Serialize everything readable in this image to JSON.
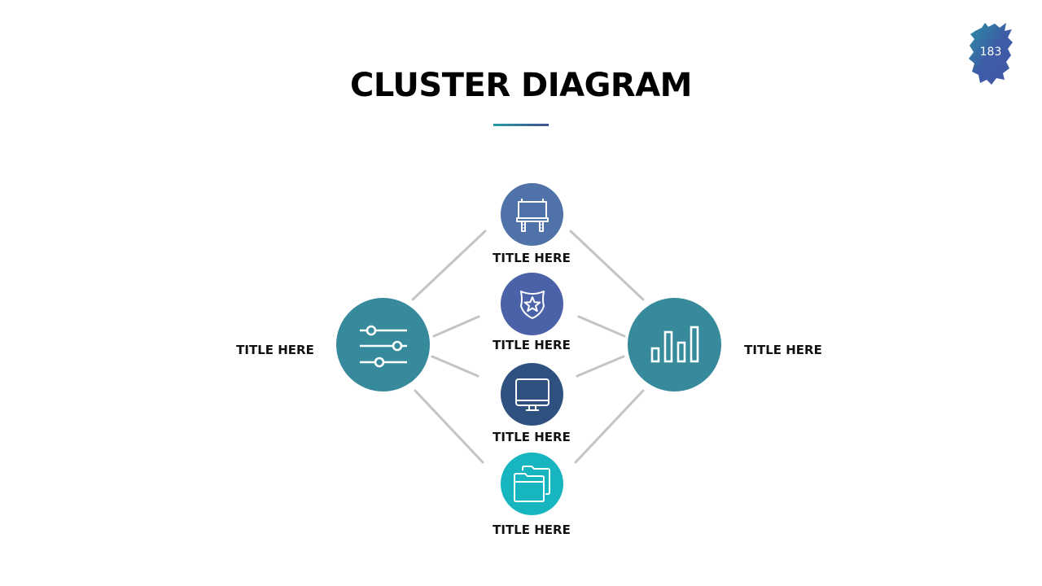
{
  "page": {
    "number": "183"
  },
  "header": {
    "title": "CLUSTER DIAGRAM"
  },
  "colors": {
    "hub": "#378a9c",
    "billboard": "#4f73a8",
    "shield": "#4b62a8",
    "monitor": "#2f5180",
    "folder": "#17b5bf",
    "connector": "#c4c4c4"
  },
  "diagram": {
    "left_hub": {
      "label": "TITLE HERE",
      "icon": "sliders-icon"
    },
    "right_hub": {
      "label": "TITLE HERE",
      "icon": "bar-chart-icon"
    },
    "nodes": [
      {
        "label": "TITLE HERE",
        "icon": "billboard-icon"
      },
      {
        "label": "TITLE HERE",
        "icon": "shield-star-icon"
      },
      {
        "label": "TITLE HERE",
        "icon": "monitor-icon"
      },
      {
        "label": "TITLE HERE",
        "icon": "folders-icon"
      }
    ]
  }
}
